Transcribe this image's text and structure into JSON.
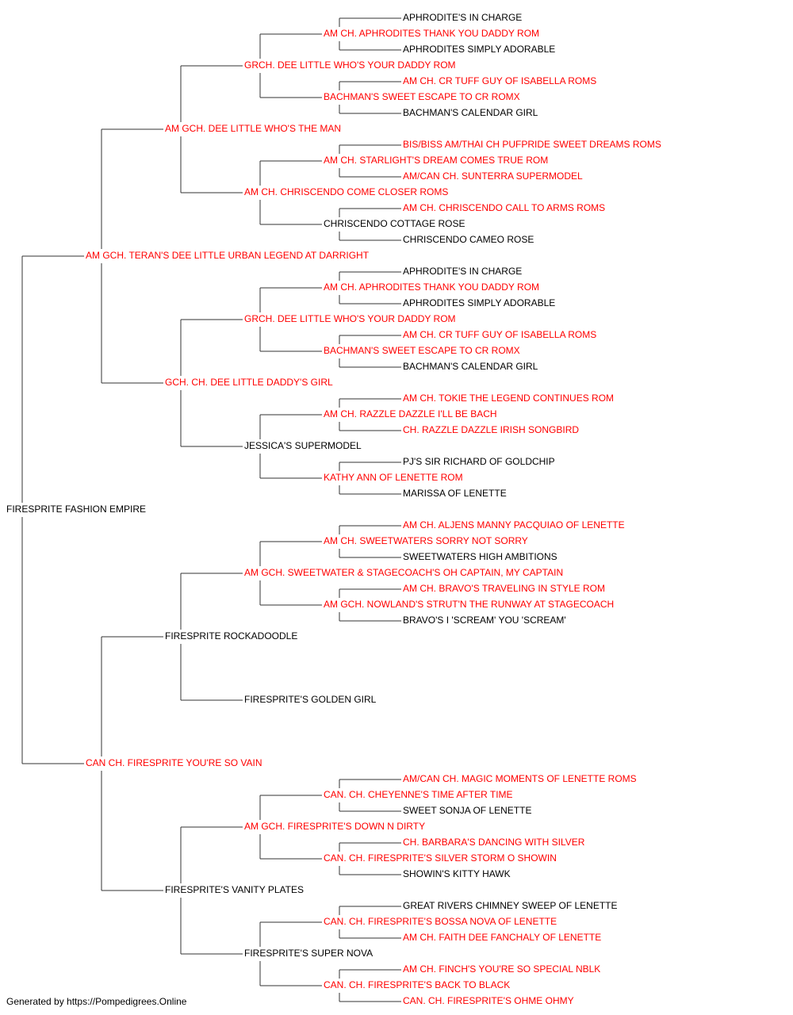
{
  "colors": {
    "titled": "#ff0000",
    "plain": "#000000",
    "connector": "#333333"
  },
  "footer": "Generated by https://Pompedigrees.Online",
  "pedigree": {
    "name": "FIRESPRITE FASHION EMPIRE",
    "titled": false,
    "sire": {
      "name": "AM GCH. TERAN'S DEE LITTLE URBAN LEGEND AT DARRIGHT",
      "titled": true,
      "sire": {
        "name": "AM GCH. DEE LITTLE WHO'S THE MAN",
        "titled": true,
        "sire": {
          "name": "GRCH. DEE LITTLE WHO'S YOUR DADDY ROM",
          "titled": true,
          "sire": {
            "name": "AM CH. APHRODITES THANK YOU DADDY ROM",
            "titled": true,
            "sire": {
              "name": "APHRODITE'S IN CHARGE",
              "titled": false
            },
            "dam": {
              "name": "APHRODITES SIMPLY ADORABLE",
              "titled": false
            }
          },
          "dam": {
            "name": "BACHMAN'S SWEET ESCAPE TO CR ROMX",
            "titled": true,
            "sire": {
              "name": "AM CH. CR TUFF GUY OF ISABELLA ROMS",
              "titled": true
            },
            "dam": {
              "name": "BACHMAN'S CALENDAR GIRL",
              "titled": false
            }
          }
        },
        "dam": {
          "name": "AM CH. CHRISCENDO COME CLOSER ROMS",
          "titled": true,
          "sire": {
            "name": "AM CH. STARLIGHT'S DREAM COMES TRUE ROM",
            "titled": true,
            "sire": {
              "name": "BIS/BISS AM/THAI CH PUFPRIDE SWEET DREAMS ROMS",
              "titled": true
            },
            "dam": {
              "name": "AM/CAN CH. SUNTERRA SUPERMODEL",
              "titled": true
            }
          },
          "dam": {
            "name": "CHRISCENDO COTTAGE ROSE",
            "titled": false,
            "sire": {
              "name": "AM CH. CHRISCENDO CALL TO ARMS ROMS",
              "titled": true
            },
            "dam": {
              "name": "CHRISCENDO CAMEO ROSE",
              "titled": false
            }
          }
        }
      },
      "dam": {
        "name": "GCH. CH. DEE LITTLE DADDY'S GIRL",
        "titled": true,
        "sire": {
          "name": "GRCH. DEE LITTLE WHO'S YOUR DADDY ROM",
          "titled": true,
          "sire": {
            "name": "AM CH. APHRODITES THANK YOU DADDY ROM",
            "titled": true,
            "sire": {
              "name": "APHRODITE'S IN CHARGE",
              "titled": false
            },
            "dam": {
              "name": "APHRODITES SIMPLY ADORABLE",
              "titled": false
            }
          },
          "dam": {
            "name": "BACHMAN'S SWEET ESCAPE TO CR ROMX",
            "titled": true,
            "sire": {
              "name": "AM CH. CR TUFF GUY OF ISABELLA ROMS",
              "titled": true
            },
            "dam": {
              "name": "BACHMAN'S CALENDAR GIRL",
              "titled": false
            }
          }
        },
        "dam": {
          "name": "JESSICA'S SUPERMODEL",
          "titled": false,
          "sire": {
            "name": "AM CH. RAZZLE DAZZLE I'LL BE BACH",
            "titled": true,
            "sire": {
              "name": "AM CH. TOKIE THE LEGEND CONTINUES ROM",
              "titled": true
            },
            "dam": {
              "name": "CH. RAZZLE DAZZLE IRISH SONGBIRD",
              "titled": true
            }
          },
          "dam": {
            "name": "KATHY ANN OF LENETTE ROM",
            "titled": true,
            "sire": {
              "name": "PJ'S SIR RICHARD OF GOLDCHIP",
              "titled": false
            },
            "dam": {
              "name": "MARISSA OF LENETTE",
              "titled": false
            }
          }
        }
      }
    },
    "dam": {
      "name": "CAN CH. FIRESPRITE YOU'RE SO VAIN",
      "titled": true,
      "sire": {
        "name": "FIRESPRITE ROCKADOODLE",
        "titled": false,
        "sire": {
          "name": "AM GCH. SWEETWATER & STAGECOACH'S OH CAPTAIN, MY CAPTAIN",
          "titled": true,
          "sire": {
            "name": "AM CH. SWEETWATERS SORRY NOT SORRY",
            "titled": true,
            "sire": {
              "name": "AM CH. ALJENS MANNY PACQUIAO OF LENETTE",
              "titled": true
            },
            "dam": {
              "name": "SWEETWATERS HIGH AMBITIONS",
              "titled": false
            }
          },
          "dam": {
            "name": "AM GCH. NOWLAND'S STRUT'N THE RUNWAY AT STAGECOACH",
            "titled": true,
            "sire": {
              "name": "AM CH. BRAVO'S TRAVELING IN STYLE ROM",
              "titled": true
            },
            "dam": {
              "name": "BRAVO'S I 'SCREAM' YOU 'SCREAM'",
              "titled": false
            }
          }
        },
        "dam": {
          "name": "FIRESPRITE'S GOLDEN GIRL",
          "titled": false
        }
      },
      "dam": {
        "name": "FIRESPRITE'S VANITY PLATES",
        "titled": false,
        "sire": {
          "name": "AM GCH. FIRESPRITE'S DOWN N DIRTY",
          "titled": true,
          "sire": {
            "name": "CAN. CH. CHEYENNE'S TIME AFTER TIME",
            "titled": true,
            "sire": {
              "name": "AM/CAN CH. MAGIC MOMENTS OF LENETTE ROMS",
              "titled": true
            },
            "dam": {
              "name": "SWEET SONJA OF LENETTE",
              "titled": false
            }
          },
          "dam": {
            "name": "CAN. CH. FIRESPRITE'S SILVER STORM O SHOWIN",
            "titled": true,
            "sire": {
              "name": "CH. BARBARA'S DANCING WITH SILVER",
              "titled": true
            },
            "dam": {
              "name": "SHOWIN'S KITTY HAWK",
              "titled": false
            }
          }
        },
        "dam": {
          "name": "FIRESPRITE'S SUPER NOVA",
          "titled": false,
          "sire": {
            "name": "CAN. CH. FIRESPRITE'S BOSSA NOVA OF LENETTE",
            "titled": true,
            "sire": {
              "name": "GREAT RIVERS CHIMNEY SWEEP OF LENETTE",
              "titled": false
            },
            "dam": {
              "name": "AM CH. FAITH DEE FANCHALY OF LENETTE",
              "titled": true
            }
          },
          "dam": {
            "name": "CAN. CH. FIRESPRITE'S BACK TO BLACK",
            "titled": true,
            "sire": {
              "name": "AM CH. FINCH'S YOU'RE SO SPECIAL NBLK",
              "titled": true
            },
            "dam": {
              "name": "CAN. CH. FIRESPRITE'S OHME OHMY",
              "titled": true
            }
          }
        }
      }
    }
  }
}
